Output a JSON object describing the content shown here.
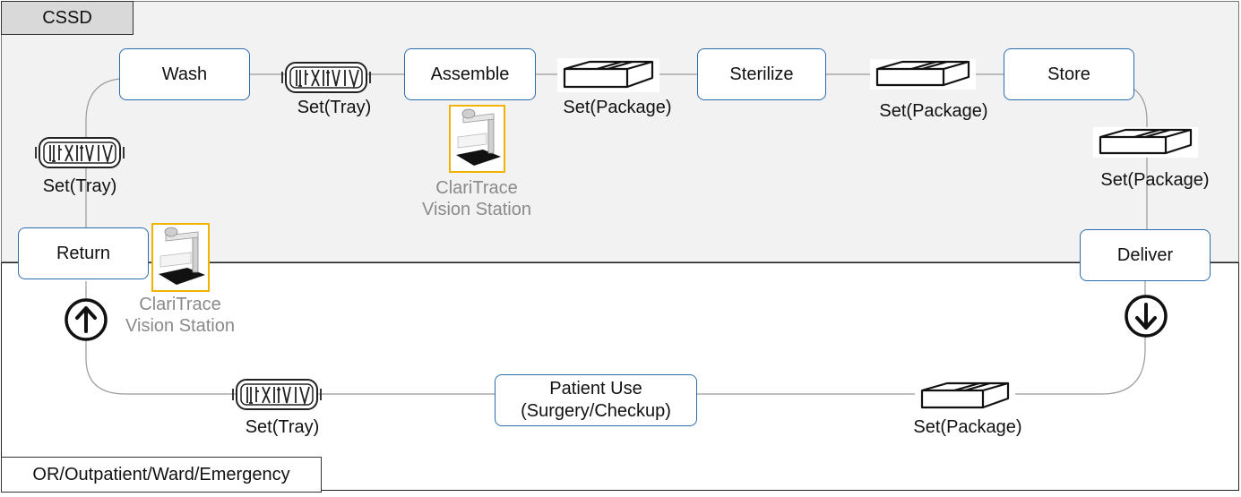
{
  "zones": {
    "top_label": "CSSD",
    "bottom_label": "OR/Outpatient/Ward/Emergency"
  },
  "nodes": {
    "wash": "Wash",
    "assemble": "Assemble",
    "sterilize": "Sterilize",
    "store": "Store",
    "deliver": "Deliver",
    "patient_use": "Patient Use\n(Surgery/Checkup)",
    "return": "Return"
  },
  "labels": {
    "set_tray": "Set(Tray)",
    "set_package": "Set(Package)"
  },
  "station": {
    "line1": "ClariTrace",
    "line2": "Vision Station"
  },
  "icons": {
    "tray": "surgical-tray-icon",
    "package": "package-box-icon",
    "station": "vision-station-icon",
    "arrow_up": "arrow-up-circle-icon",
    "arrow_down": "arrow-down-circle-icon"
  },
  "colors": {
    "node_border": "#2b6cb0",
    "station_frame": "#f0b400",
    "station_text": "#8a8a8a",
    "zone_top_bg": "#f2f2f2",
    "zone_label_bg": "#d9d9d9"
  }
}
